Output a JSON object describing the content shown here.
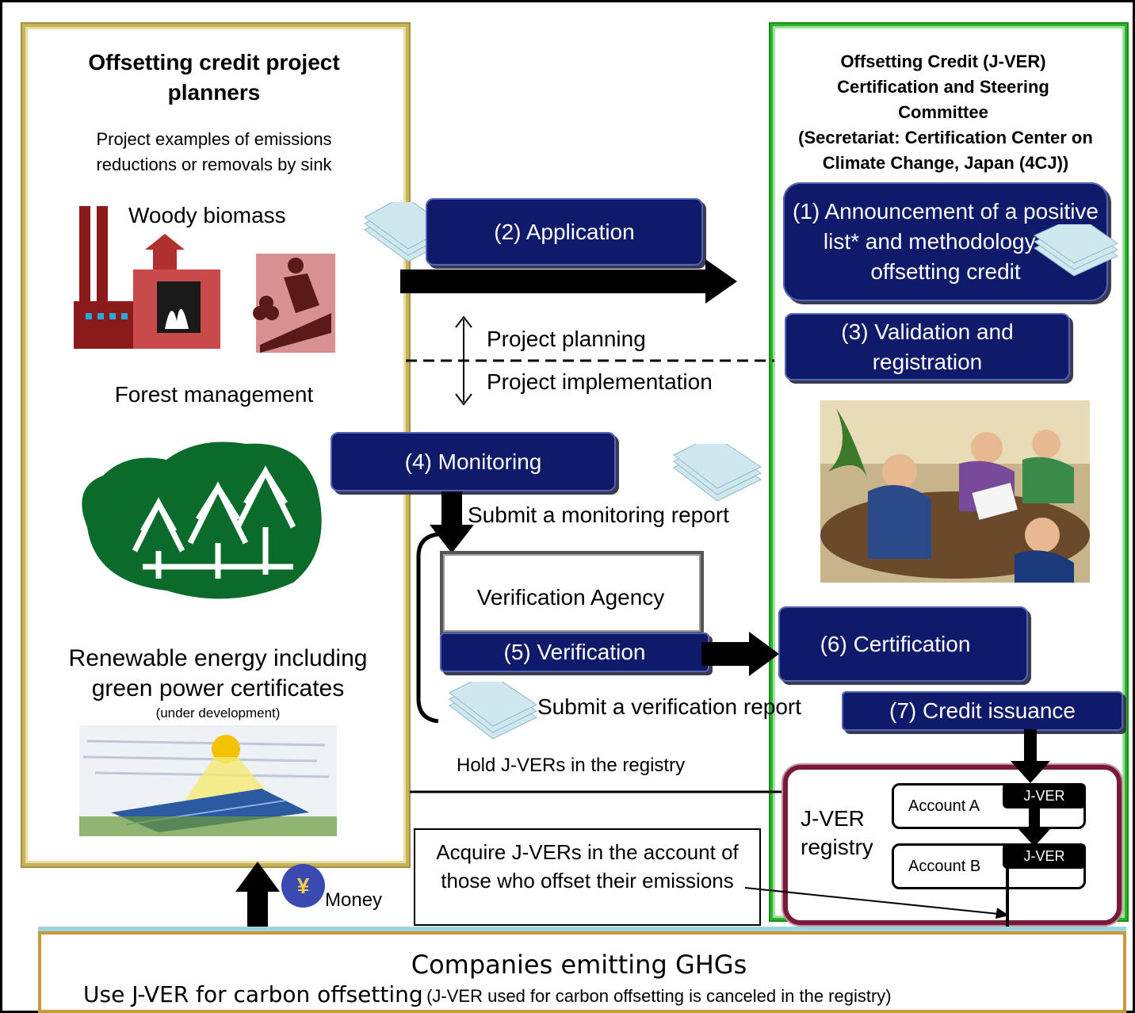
{
  "left": {
    "title": "Offsetting credit project planners",
    "subtitle": "Project examples of emissions reductions or removals by sink",
    "woody": "Woody biomass",
    "forest": "Forest management",
    "renewable": "Renewable energy including green power certificates",
    "under_dev": "(under development)"
  },
  "right": {
    "title": "Offsetting Credit (J-VER) Certification and Steering Committee",
    "secretariat": "(Secretariat: Certification Center on Climate Change, Japan (4CJ))"
  },
  "steps": {
    "s1": "(1)  Announcement of a positive list* and methodology for offsetting credit",
    "s2": "(2) Application",
    "s3": "(3) Validation and registration",
    "s4": "(4) Monitoring",
    "s5": "(5) Verification",
    "s6": "(6) Certification",
    "s7": "(7) Credit issuance"
  },
  "labels": {
    "planning": "Project planning",
    "implementation": "Project implementation",
    "submit_monitoring": "Submit a monitoring report",
    "verification_agency": "Verification Agency",
    "submit_verification": "Submit a verification report",
    "hold": "Hold J-VERs in the registry",
    "acquire": "Acquire J-VERs in the account of those who offset their emissions",
    "money": "Money",
    "yen": "¥"
  },
  "registry": {
    "label": "J-VER registry",
    "account_a": "Account A",
    "account_b": "Account B",
    "jver_a": "J-VER",
    "jver_b": "J-VER"
  },
  "bottom": {
    "title": "Companies emitting GHGs",
    "use": "Use J-VER for carbon offsetting",
    "note": "(J-VER used for carbon offsetting is canceled in the registry)"
  },
  "colors": {
    "navy": "#0f1a6b",
    "green_border": "#2bb32b",
    "gold_border": "#c8b25a",
    "factory": "#8b1a1a",
    "forest_green": "#0a6b2a"
  }
}
